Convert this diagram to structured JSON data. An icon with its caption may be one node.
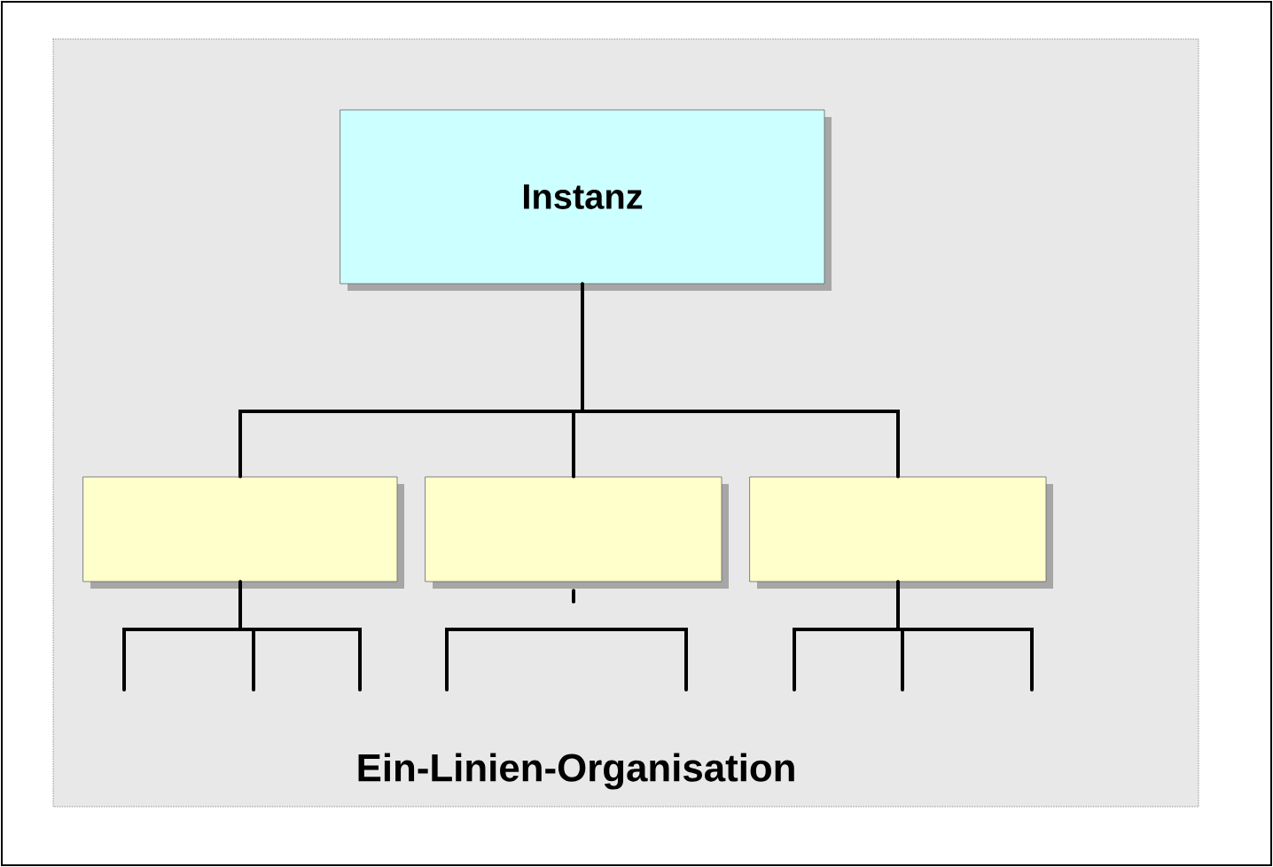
{
  "diagram": {
    "caption": "Ein-Linien-Organisation",
    "nodes": [
      {
        "text": [
          "Instanz"
        ]
      },
      {
        "text": [],
        "shape": "box"
      },
      {
        "text": [],
        "shape": "box"
      },
      {
        "text": [],
        "shape": "box"
      }
    ],
    "edges": [
      {
        "from": 0,
        "to": 1,
        "arrow": "none"
      },
      {
        "from": 0,
        "to": 2,
        "arrow": "none"
      },
      {
        "from": 0,
        "to": 3,
        "arrow": "none"
      },
      {
        "from": 1,
        "to": null,
        "arrow": "none"
      },
      {
        "from": 1,
        "to": null,
        "arrow": "none"
      },
      {
        "from": 1,
        "to": null,
        "arrow": "none"
      },
      {
        "from": 2,
        "to": null,
        "arrow": "none"
      },
      {
        "from": 2,
        "to": null,
        "arrow": "none"
      },
      {
        "from": 3,
        "to": null,
        "arrow": "none"
      },
      {
        "from": 3,
        "to": null,
        "arrow": "none"
      },
      {
        "from": 3,
        "to": null,
        "arrow": "none"
      }
    ]
  }
}
